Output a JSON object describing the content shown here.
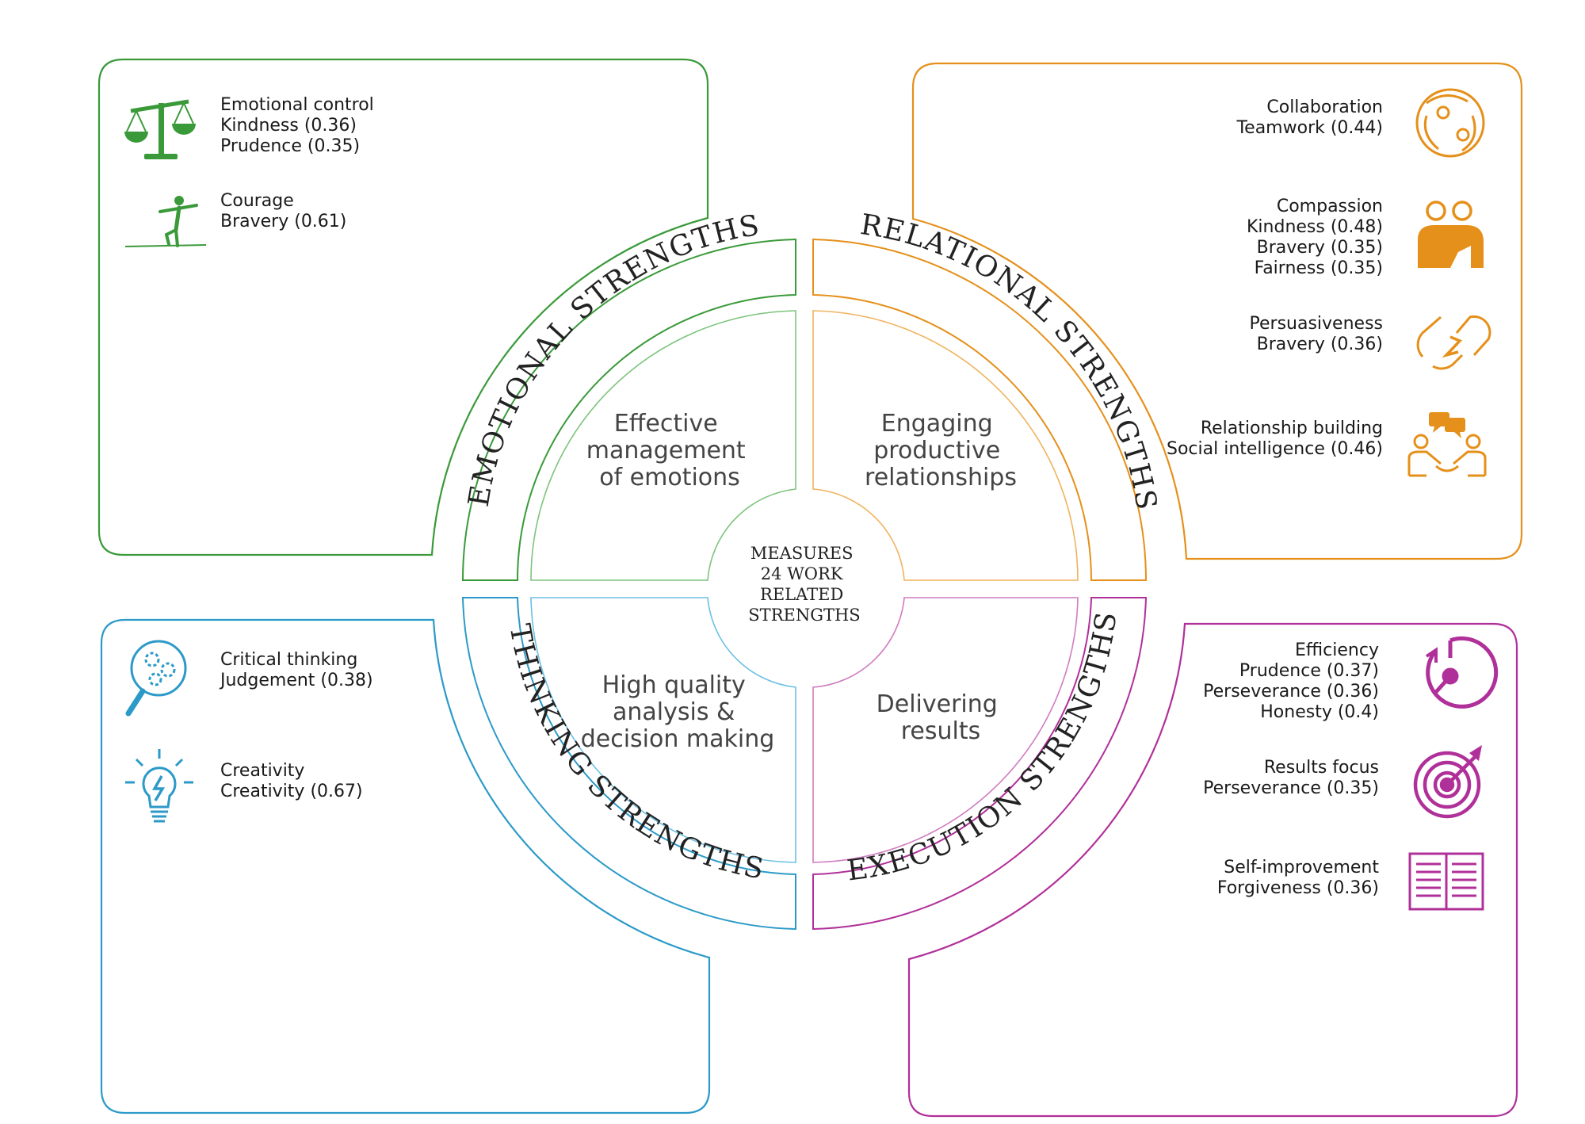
{
  "colors": {
    "emotional": "#3a9a3a",
    "relational": "#e5901a",
    "thinking": "#2c9ac8",
    "execution": "#b0309a"
  },
  "center": {
    "lines": [
      "MEASURES",
      "24 WORK",
      "RELATED",
      "STRENGTHS"
    ]
  },
  "quadrants": {
    "emotional": {
      "ring_label": "EMOTIONAL STRENGTHS",
      "inner_lines": [
        "Effective",
        "management",
        "of emotions"
      ],
      "items": [
        {
          "icon": "scales-icon",
          "lines": [
            "Emotional control",
            "Kindness (0.36)",
            "Prudence (0.35)"
          ]
        },
        {
          "icon": "tightrope-icon",
          "lines": [
            "Courage",
            "Bravery (0.61)"
          ]
        }
      ]
    },
    "relational": {
      "ring_label": "RELATIONAL STRENGTHS",
      "inner_lines": [
        "Engaging",
        "productive",
        "relationships"
      ],
      "items": [
        {
          "icon": "teamwork-circle-icon",
          "lines": [
            "Collaboration",
            "Teamwork (0.44)"
          ]
        },
        {
          "icon": "people-embrace-icon",
          "lines": [
            "Compassion",
            "Kindness (0.48)",
            "Bravery (0.35)",
            "Fairness (0.35)"
          ]
        },
        {
          "icon": "magnet-icon",
          "lines": [
            "Persuasiveness",
            "Bravery (0.36)"
          ]
        },
        {
          "icon": "conversation-icon",
          "lines": [
            "Relationship building",
            "Social intelligence (0.46)"
          ]
        }
      ]
    },
    "thinking": {
      "ring_label": "THINKING STRENGTHS",
      "inner_lines": [
        "High quality",
        "analysis &",
        "decision making"
      ],
      "items": [
        {
          "icon": "magnifier-gears-icon",
          "lines": [
            "Critical thinking",
            "Judgement (0.38)"
          ]
        },
        {
          "icon": "lightbulb-icon",
          "lines": [
            "Creativity",
            "Creativity (0.67)"
          ]
        }
      ]
    },
    "execution": {
      "ring_label": "EXECUTION STRENGTHS",
      "inner_lines": [
        "Delivering",
        "results"
      ],
      "items": [
        {
          "icon": "stopwatch-icon",
          "lines": [
            "Efficiency",
            "Prudence (0.37)",
            "Perseverance (0.36)",
            "Honesty (0.4)"
          ]
        },
        {
          "icon": "target-icon",
          "lines": [
            "Results focus",
            "Perseverance (0.35)"
          ]
        },
        {
          "icon": "book-icon",
          "lines": [
            "Self-improvement",
            "Forgiveness (0.36)"
          ]
        }
      ]
    }
  }
}
